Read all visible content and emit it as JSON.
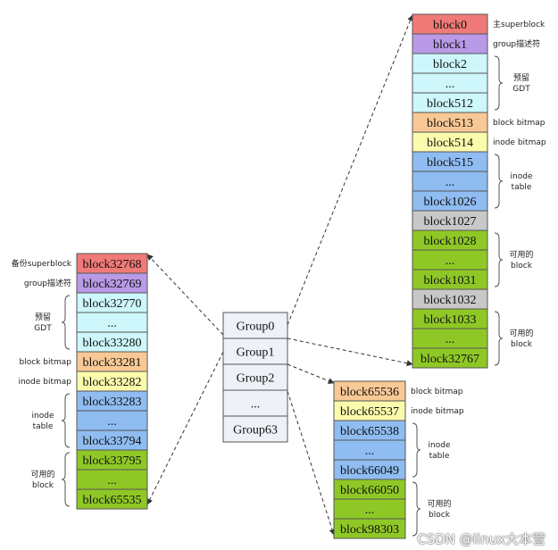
{
  "colors": {
    "red": "#f07a77",
    "purple": "#b99ae6",
    "cyan": "#cdf7fa",
    "orange": "#f8c995",
    "yellow": "#fbfbac",
    "blue": "#8fbcf1",
    "gray": "#c8c8c8",
    "green": "#8fc826",
    "group": "#eef1f8"
  },
  "groups": [
    "Group0",
    "Group1",
    "Group2",
    "...",
    "Group63"
  ],
  "columns": {
    "group0": {
      "blocks": [
        {
          "label": "block0",
          "color": "red"
        },
        {
          "label": "block1",
          "color": "purple"
        },
        {
          "label": "block2",
          "color": "cyan"
        },
        {
          "label": "...",
          "color": "cyan"
        },
        {
          "label": "block512",
          "color": "cyan"
        },
        {
          "label": "block513",
          "color": "orange"
        },
        {
          "label": "block514",
          "color": "yellow"
        },
        {
          "label": "block515",
          "color": "blue"
        },
        {
          "label": "...",
          "color": "blue"
        },
        {
          "label": "block1026",
          "color": "blue"
        },
        {
          "label": "block1027",
          "color": "gray"
        },
        {
          "label": "block1028",
          "color": "green"
        },
        {
          "label": "...",
          "color": "green"
        },
        {
          "label": "block1031",
          "color": "green"
        },
        {
          "label": "block1032",
          "color": "gray"
        },
        {
          "label": "block1033",
          "color": "green"
        },
        {
          "label": "...",
          "color": "green"
        },
        {
          "label": "block32767",
          "color": "green"
        }
      ],
      "annotations": [
        {
          "from": 0,
          "to": 0,
          "lines": [
            "主superblock"
          ]
        },
        {
          "from": 1,
          "to": 1,
          "lines": [
            "group描述符"
          ]
        },
        {
          "from": 2,
          "to": 4,
          "lines": [
            "预留",
            "GDT"
          ]
        },
        {
          "from": 5,
          "to": 5,
          "lines": [
            "block bitmap"
          ]
        },
        {
          "from": 6,
          "to": 6,
          "lines": [
            "inode bitmap"
          ]
        },
        {
          "from": 7,
          "to": 9,
          "lines": [
            "inode",
            "table"
          ]
        },
        {
          "from": 11,
          "to": 13,
          "lines": [
            "可用的",
            "block"
          ]
        },
        {
          "from": 15,
          "to": 17,
          "lines": [
            "可用的",
            "block"
          ]
        }
      ]
    },
    "group1": {
      "blocks": [
        {
          "label": "block32768",
          "color": "red"
        },
        {
          "label": "block32769",
          "color": "purple"
        },
        {
          "label": "block32770",
          "color": "cyan"
        },
        {
          "label": "...",
          "color": "cyan"
        },
        {
          "label": "block33280",
          "color": "cyan"
        },
        {
          "label": "block33281",
          "color": "orange"
        },
        {
          "label": "block33282",
          "color": "yellow"
        },
        {
          "label": "block33283",
          "color": "blue"
        },
        {
          "label": "...",
          "color": "blue"
        },
        {
          "label": "block33794",
          "color": "blue"
        },
        {
          "label": "block33795",
          "color": "green"
        },
        {
          "label": "...",
          "color": "green"
        },
        {
          "label": "block65535",
          "color": "green"
        }
      ],
      "annotations": [
        {
          "from": 0,
          "to": 0,
          "lines": [
            "备份superblock"
          ]
        },
        {
          "from": 1,
          "to": 1,
          "lines": [
            "group描述符"
          ]
        },
        {
          "from": 2,
          "to": 4,
          "lines": [
            "预留",
            "GDT"
          ]
        },
        {
          "from": 5,
          "to": 5,
          "lines": [
            "block bitmap"
          ]
        },
        {
          "from": 6,
          "to": 6,
          "lines": [
            "inode bitmap"
          ]
        },
        {
          "from": 7,
          "to": 9,
          "lines": [
            "inode",
            "table"
          ]
        },
        {
          "from": 10,
          "to": 12,
          "lines": [
            "可用的",
            "block"
          ]
        }
      ]
    },
    "group2": {
      "blocks": [
        {
          "label": "block65536",
          "color": "orange"
        },
        {
          "label": "block65537",
          "color": "yellow"
        },
        {
          "label": "block65538",
          "color": "blue"
        },
        {
          "label": "...",
          "color": "blue"
        },
        {
          "label": "block66049",
          "color": "blue"
        },
        {
          "label": "block66050",
          "color": "green"
        },
        {
          "label": "...",
          "color": "green"
        },
        {
          "label": "block98303",
          "color": "green"
        }
      ],
      "annotations": [
        {
          "from": 0,
          "to": 0,
          "lines": [
            "block bitmap"
          ]
        },
        {
          "from": 1,
          "to": 1,
          "lines": [
            "inode bitmap"
          ]
        },
        {
          "from": 2,
          "to": 4,
          "lines": [
            "inode",
            "table"
          ]
        },
        {
          "from": 5,
          "to": 7,
          "lines": [
            "可用的",
            "block"
          ]
        }
      ]
    }
  },
  "watermark": "CSDN @linux大本营"
}
